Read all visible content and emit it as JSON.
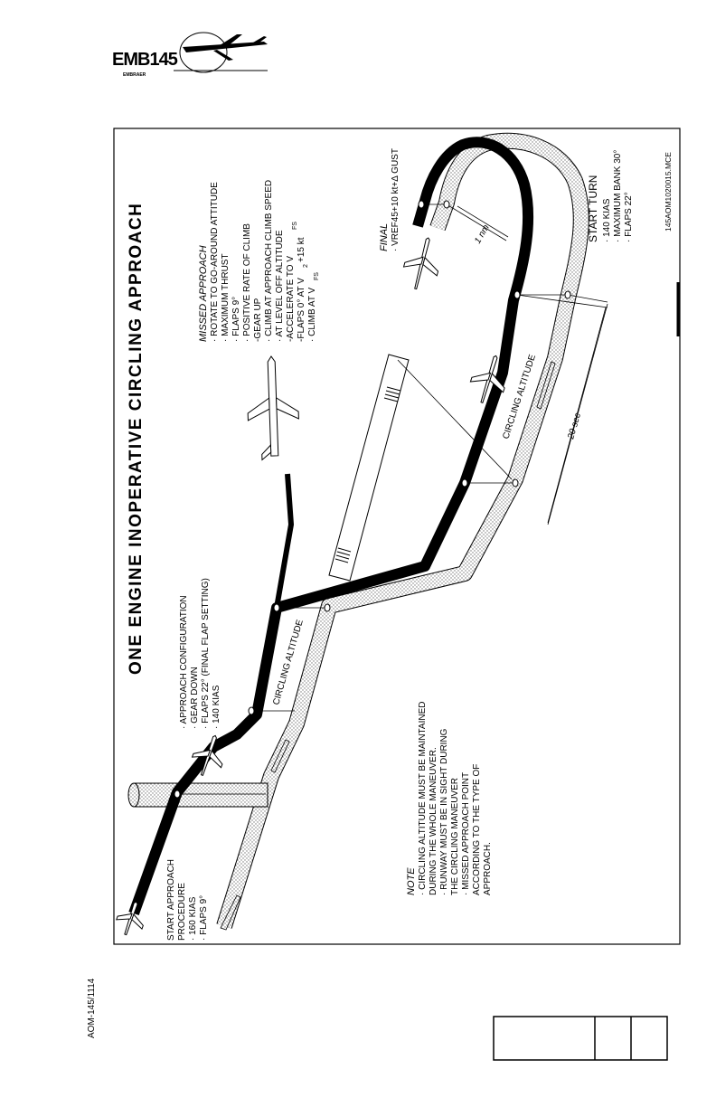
{
  "header": {
    "logo_text": "EMB145",
    "logo_sub": "EMBRAER"
  },
  "diagram": {
    "title": "ONE ENGINE INOPERATIVE CIRCLING APPROACH",
    "figure_code": "145AOM1020015.MCE",
    "start_approach": {
      "heading": "START APPROACH",
      "lines": [
        "PROCEDURE",
        "· 160 KIAS",
        "· FLAPS 9°"
      ]
    },
    "approach_config": {
      "lines": [
        "· APPROACH CONFIGURATION",
        "· GEAR DOWN",
        "· FLAPS 22° (FINAL FLAP SETTING)",
        "· 140 KIAS"
      ]
    },
    "missed_approach": {
      "heading": "MISSED  APPROACH",
      "lines": [
        "· ROTATE TO GO-AROUND ATTITUDE",
        "· MAXIMUM THRUST",
        "· FLAPS 9°",
        "· POSITIVE RATE OF CLIMB",
        "  -GEAR UP",
        "· CLIMB AT APPROACH CLIMB SPEED",
        "· AT LEVEL OFF ALTITUDE",
        "  -ACCELERATE TO V",
        "  -FLAPS 0° AT V",
        "· CLIMB AT V"
      ],
      "sub_fs": "FS",
      "sub_2": "2",
      "plus15": "+15 kt"
    },
    "final": {
      "heading": "FINAL",
      "line": "· VREF45+10 kt+Δ GUST"
    },
    "start_turn": {
      "heading": "START  TURN",
      "lines": [
        "· 140 KIAS",
        "· MAXIMUM BANK 30°",
        "· FLAPS 22°"
      ]
    },
    "note": {
      "heading": "NOTE",
      "lines": [
        "· CIRCLING ALTITUDE MUST BE MAINTAINED",
        "  DURING THE WHOLE MANEUVER.",
        "· RUNWAY MUST BE IN SIGHT DURING",
        "  THE CIRCLING MANEUVER",
        "· MISSED APPROACH POINT",
        "  ACCORDING TO THE TYPE OF",
        "  APPROACH."
      ]
    },
    "circling_altitude_1": "CIRCLING ALTITUDE",
    "circling_altitude_2": "CIRCLING ALTITUDE",
    "distance_label": "1 nm",
    "time_label": "20 sec"
  },
  "footer": {
    "doc_code": "AOM-145/1114"
  }
}
